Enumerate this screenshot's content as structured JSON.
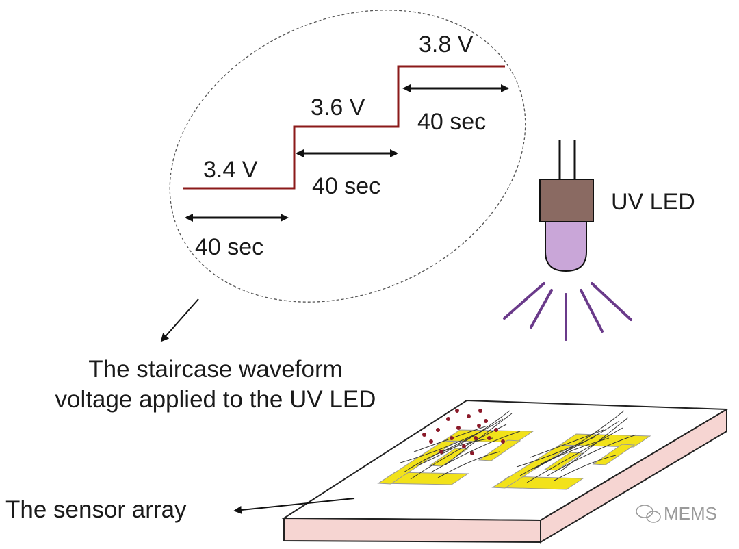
{
  "waveform": {
    "steps": [
      {
        "voltage": "3.4 V",
        "duration": "40 sec"
      },
      {
        "voltage": "3.6 V",
        "duration": "40 sec"
      },
      {
        "voltage": "3.8 V",
        "duration": "40 sec"
      }
    ],
    "line_color": "#8b1a1a"
  },
  "led": {
    "label": "UV LED",
    "body_color": "#8a6a62",
    "lens_color": "#c9a6d8",
    "ray_color": "#6a3a8a"
  },
  "captions": {
    "waveform_line1": "The staircase waveform",
    "waveform_line2": "voltage applied to the UV LED",
    "sensor": "The sensor array"
  },
  "sensor": {
    "electrode_color": "#f2e21a",
    "substrate_edge_color": "#f6d5d2",
    "nanoparticle_color": "#8b1a2a"
  },
  "watermark": "MEMS"
}
